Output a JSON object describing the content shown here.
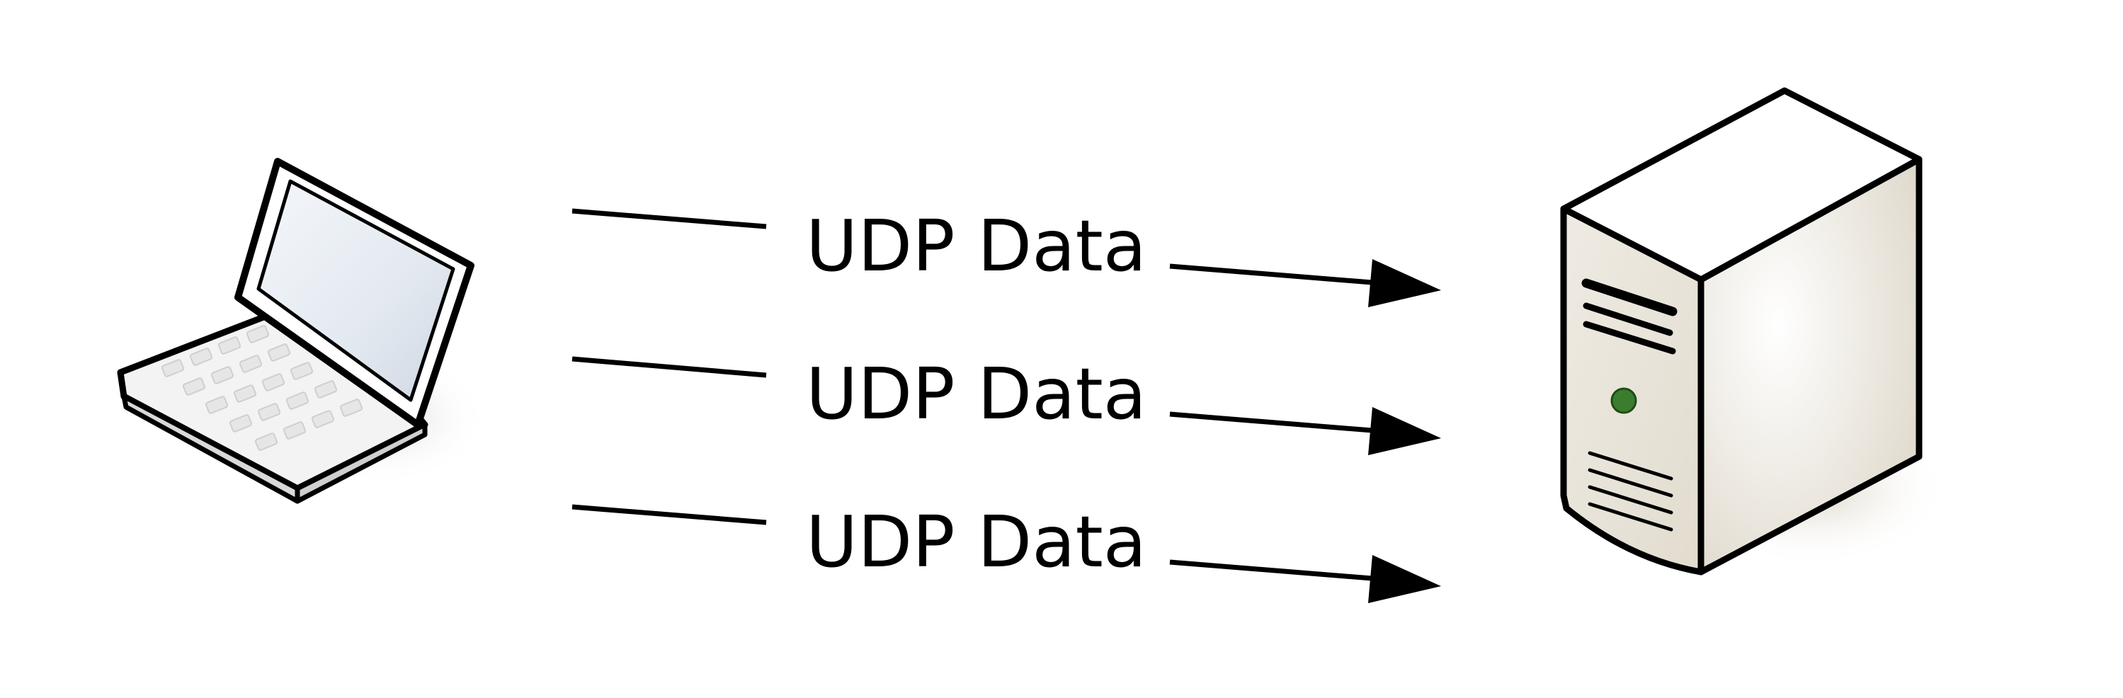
{
  "diagram": {
    "flows": [
      {
        "label": "UDP Data"
      },
      {
        "label": "UDP Data"
      },
      {
        "label": "UDP Data"
      }
    ]
  },
  "nodes": {
    "client": {
      "icon": "laptop-icon"
    },
    "server": {
      "icon": "server-tower-icon"
    }
  },
  "colors": {
    "stroke": "#000000",
    "screen": "#dfe6ee",
    "keyboard": "#f2f2f2",
    "server_body": "#ece7de",
    "server_side": "#e3ddd2",
    "led": "#3a7d2e",
    "background": "#ffffff"
  }
}
